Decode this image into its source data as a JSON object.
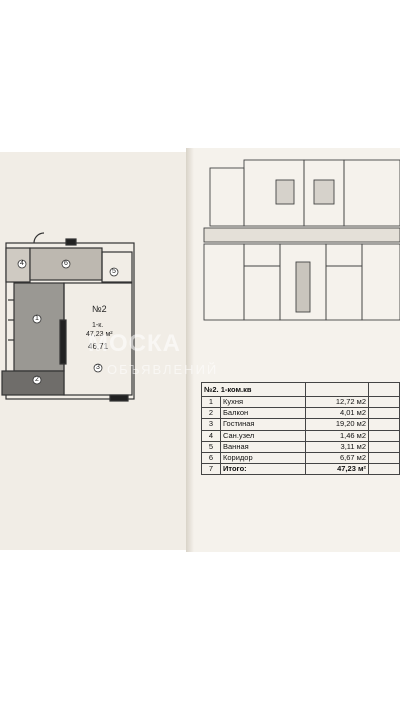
{
  "plan": {
    "apartment_number": "№2",
    "type_label": "1-к.",
    "area_total": "47,23 м²",
    "area_living": "46,71",
    "room_circles": [
      "1",
      "2",
      "3",
      "4",
      "5",
      "6"
    ]
  },
  "table": {
    "header_title": "№2. 1-ком.кв",
    "rows": [
      {
        "n": "1",
        "name": "Кухня",
        "value": "12,72 м2"
      },
      {
        "n": "2",
        "name": "Балкон",
        "value": "4,01 м2"
      },
      {
        "n": "3",
        "name": "Гостиная",
        "value": "19,20 м2"
      },
      {
        "n": "4",
        "name": "Сан.узел",
        "value": "1,46 м2"
      },
      {
        "n": "5",
        "name": "Ванная",
        "value": "3,11 м2"
      },
      {
        "n": "6",
        "name": "Коридор",
        "value": "6,67 м2"
      },
      {
        "n": "7",
        "name": "Итого:",
        "value": "47,23 м²"
      }
    ]
  },
  "watermark": {
    "line1": "МОСКА",
    "line2": "ОБЪЯВЛЕНИЙ"
  }
}
